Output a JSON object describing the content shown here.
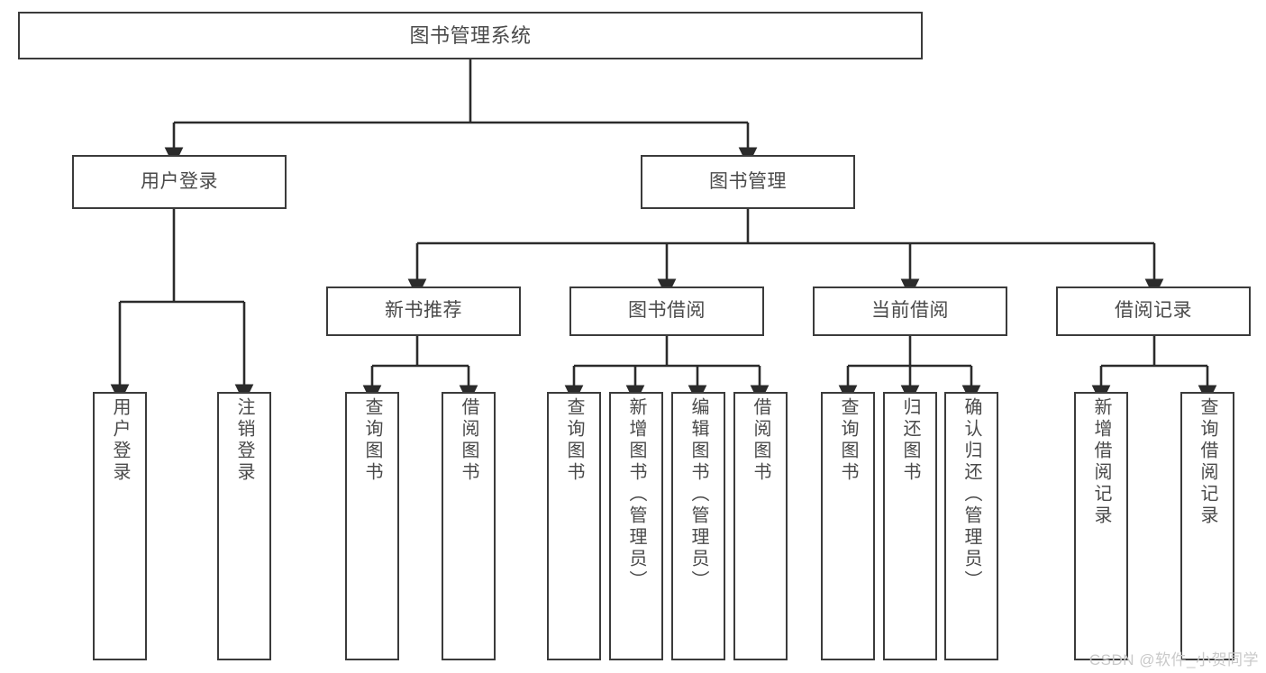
{
  "diagram": {
    "type": "tree-hierarchy",
    "title": "图书管理系统",
    "colors": {
      "box_border": "#3b3b3b",
      "box_fill": "#ffffff",
      "text": "#4a4a4a",
      "connector": "#2b2b2b",
      "watermark": "#c9c9c9",
      "background": "#ffffff"
    },
    "root": {
      "label": "图书管理系统"
    },
    "level2": [
      {
        "label": "用户登录"
      },
      {
        "label": "图书管理"
      }
    ],
    "level3": [
      {
        "label": "新书推荐"
      },
      {
        "label": "图书借阅"
      },
      {
        "label": "当前借阅"
      },
      {
        "label": "借阅记录"
      }
    ],
    "leaves": {
      "user_login": [
        {
          "label": "用户登录"
        },
        {
          "label": "注销登录"
        }
      ],
      "new_book_recommend": [
        {
          "label": "查询图书"
        },
        {
          "label": "借阅图书"
        }
      ],
      "book_borrow": [
        {
          "label": "查询图书"
        },
        {
          "label": "新增图书（管理员）"
        },
        {
          "label": "编辑图书（管理员）"
        },
        {
          "label": "借阅图书"
        }
      ],
      "current_borrow": [
        {
          "label": "查询图书"
        },
        {
          "label": "归还图书"
        },
        {
          "label": "确认归还（管理员）"
        }
      ],
      "borrow_record": [
        {
          "label": "新增借阅记录"
        },
        {
          "label": "查询借阅记录"
        }
      ]
    }
  },
  "watermark": {
    "text": "CSDN @软件_小贺同学"
  }
}
